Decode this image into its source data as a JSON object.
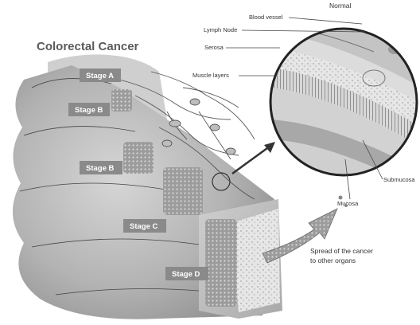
{
  "title": "Colorectal Cancer",
  "stages": {
    "stage_a": "Stage A",
    "stage_b1": "Stage B",
    "stage_b2": "Stage B",
    "stage_c": "Stage C",
    "stage_d": "Stage D"
  },
  "labels": {
    "normal": "Normal",
    "blood_vessel": "Blood vessel",
    "lymph_node": "Lymph Node",
    "serosa": "Serosa",
    "muscle_layers": "Muscle layers",
    "submucosa": "Submucosa",
    "mucosa": "Mucosa",
    "spread_line1": "Spread of the cancer",
    "spread_line2": "to other organs"
  },
  "colors": {
    "background": "#ffffff",
    "tissue": "#b8b8b8",
    "stage_box": "#8a8a8a",
    "text": "#333333"
  }
}
